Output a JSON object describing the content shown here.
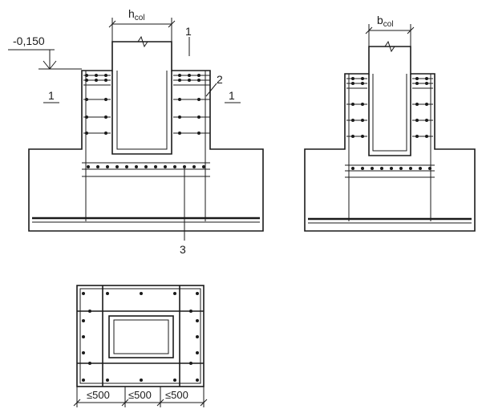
{
  "labels": {
    "level": "-0,150",
    "h_col_main": "h",
    "h_col_sub": "col",
    "b_col_main": "b",
    "b_col_sub": "col",
    "section_left": "1",
    "section_right": "1",
    "callout_1": "1",
    "callout_2": "2",
    "callout_3": "3",
    "dim_1": "≤500",
    "dim_2": "≤500",
    "dim_3": "≤500"
  }
}
